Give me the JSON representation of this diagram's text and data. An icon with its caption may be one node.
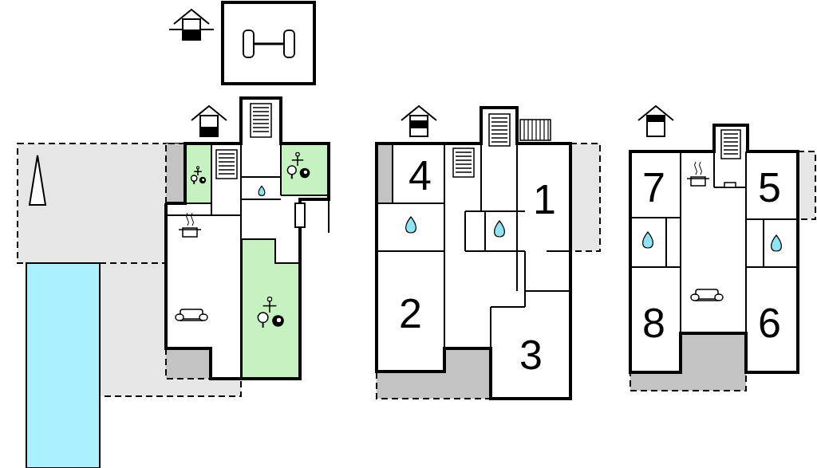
{
  "diagram": {
    "labels": [
      "4",
      "1",
      "2",
      "3",
      "7",
      "5",
      "8",
      "6"
    ]
  }
}
